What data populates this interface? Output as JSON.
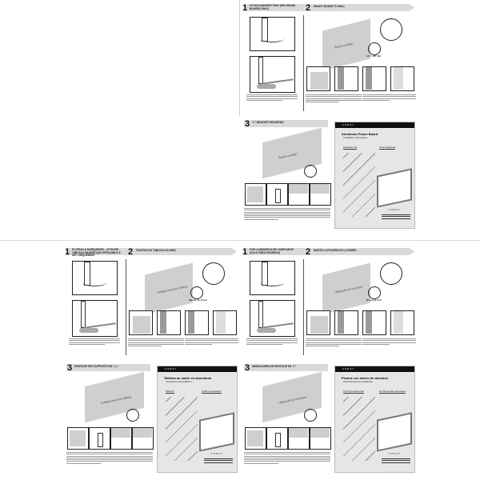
{
  "pages": [
    {
      "lang": "en",
      "step1_num": "1",
      "step1_label": "Attach marker tray (dry erase boards only)",
      "step2_num": "2",
      "step2_label": "Mount board to wall",
      "step3_num": "3",
      "step3_label": "\"L\" bracket mounting",
      "board_location": "Board Location",
      "drill_label": "1/4\", 1/8\" Bit",
      "brand": "FORAY",
      "card_title": "Aluminum Frame Board",
      "card_subtitle": "Installation Instructions",
      "kit_heading": "Hardware Kit",
      "tools_heading": "Tools Required"
    },
    {
      "lang": "fr",
      "step1_num": "1",
      "step1_label": "Plateau à marqueurs – attache tableau magnétique effaçable à sec uniquement",
      "step2_num": "2",
      "step2_label": "Fixation du tableau au mur",
      "step3_num": "3",
      "step3_label": "Montage des supports en « L »",
      "board_location": "Emplacement du tableau",
      "drill_label": "Mèche de 1/4 po",
      "brand": "FORAY",
      "card_title": "Tableau au cadre en aluminium",
      "card_subtitle": "Instructions d'installation",
      "kit_heading": "Matériel",
      "tools_heading": "Outils nécessaires"
    },
    {
      "lang": "es",
      "step1_num": "1",
      "step1_label": "Fije la bandeja del marcador (solo para pizarras)",
      "step2_num": "2",
      "step2_label": "Monte la pizarra en la pared",
      "step3_num": "3",
      "step3_label": "Abrazadera de montaje en \"L\"",
      "board_location": "Ubicación de la pizarra",
      "drill_label": "Broca de 1/4\"",
      "brand": "FORAY",
      "card_title": "Pizarra con marco de aluminio",
      "card_subtitle": "Instrucciones de instalación",
      "kit_heading": "Kit de herramientas",
      "tools_heading": "Herramientas necesarias"
    }
  ]
}
